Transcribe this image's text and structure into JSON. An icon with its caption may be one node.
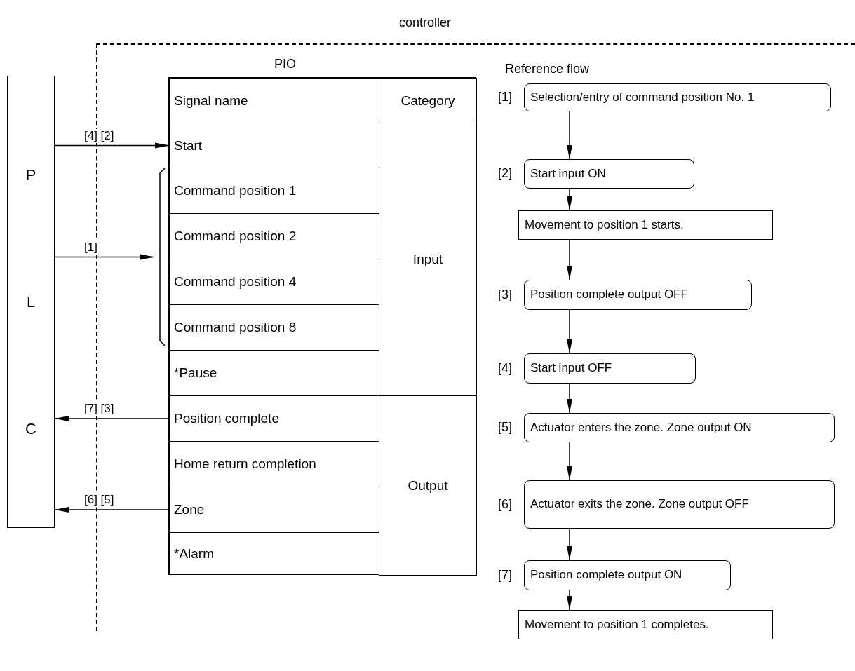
{
  "diagram": {
    "nodes": [
      {
        "text": [
          "P",
          "L",
          "C"
        ]
      },
      {
        "text": [
          "controller"
        ]
      },
      {
        "text": [
          "PIO"
        ],
        "in": 1
      },
      {
        "text": [
          "Signal name"
        ],
        "in": 2
      },
      {
        "text": [
          "Category"
        ],
        "in": 2
      },
      {
        "text": [
          "Start"
        ],
        "in": 2
      },
      {
        "text": [
          "Command position 1"
        ],
        "in": 2
      },
      {
        "text": [
          "Command position 2"
        ],
        "in": 2
      },
      {
        "text": [
          "Command position 4"
        ],
        "in": 2
      },
      {
        "text": [
          "Command position 8"
        ],
        "in": 2
      },
      {
        "text": [
          "*Pause"
        ],
        "in": 2
      },
      {
        "text": [
          "Input"
        ],
        "in": 2
      },
      {
        "text": [
          "Position complete"
        ],
        "in": 2
      },
      {
        "text": [
          "Home return completion"
        ],
        "in": 2
      },
      {
        "text": [
          "Output"
        ],
        "in": 2
      },
      {
        "text": [
          "Zone"
        ],
        "in": 2
      },
      {
        "text": [
          "*Alarm"
        ],
        "in": 2
      },
      {
        "text": [],
        "shape": "bracket",
        "in": 1
      },
      {
        "text": [
          "Selection/entry of command position No. 1"
        ],
        "beside": [
          "[1]"
        ],
        "in": 1
      },
      {
        "text": [
          "Start input ON"
        ],
        "beside": [
          "[2]"
        ],
        "in": 1
      },
      {
        "text": [
          "Movement to position 1 starts."
        ],
        "in": 1
      },
      {
        "text": [
          "Position complete output OFF"
        ],
        "beside": [
          "[3]"
        ],
        "in": 1
      },
      {
        "text": [
          "Start input OFF"
        ],
        "beside": [
          "[4]"
        ],
        "in": 1
      },
      {
        "text": [
          "Actuator enters the zone. Zone output ON"
        ],
        "beside": [
          "[5]"
        ],
        "in": 1
      },
      {
        "text": [
          "Actuator exits the zone. Zone output OFF"
        ],
        "beside": [
          "[6]"
        ],
        "in": 1
      },
      {
        "text": [
          "Position complete output ON"
        ],
        "beside": [
          "[7]"
        ],
        "in": 1
      },
      {
        "text": [
          "Movement to position 1 completes."
        ],
        "in": 1
      }
    ],
    "edges": [
      {
        "from": 0,
        "to": 5,
        "arrow": "to",
        "label": "[4] [2]"
      },
      {
        "from": 0,
        "to": 17,
        "arrow": "to",
        "label": "[1]"
      },
      {
        "from": 12,
        "to": 0,
        "arrow": "to",
        "label": "[7] [3]"
      },
      {
        "from": 15,
        "to": 0,
        "arrow": "to",
        "label": "[6] [5]"
      },
      {
        "from": 18,
        "to": 19,
        "arrow": "to"
      },
      {
        "from": 19,
        "to": 20,
        "arrow": "to"
      },
      {
        "from": 20,
        "to": 21,
        "arrow": "to"
      },
      {
        "from": 21,
        "to": 22,
        "arrow": "to"
      },
      {
        "from": 22,
        "to": 23,
        "arrow": "to"
      },
      {
        "from": 23,
        "to": 24,
        "arrow": "to"
      },
      {
        "from": 24,
        "to": 25,
        "arrow": "to"
      },
      {
        "from": 25,
        "to": 26,
        "arrow": "to"
      }
    ],
    "labels": [
      "Reference flow"
    ]
  }
}
